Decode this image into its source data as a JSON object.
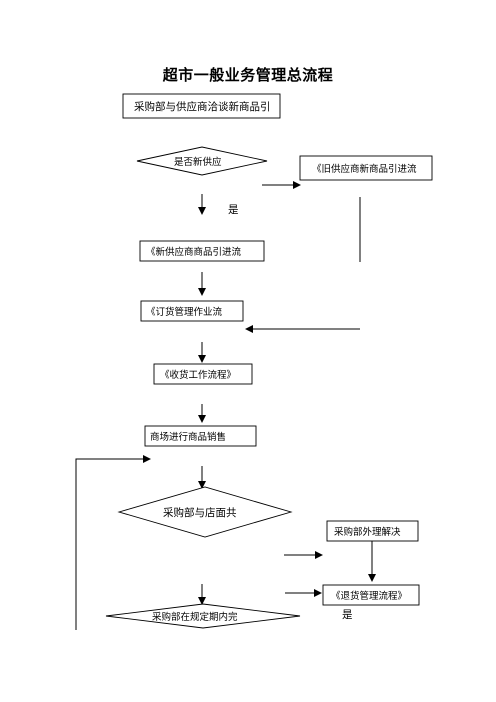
{
  "title": "超市一般业务管理总流程",
  "nodes": {
    "negotiate": "采购部与供应商洽谈新商品引",
    "decision_new_supplier": "是否新供应",
    "old_supplier_flow": "《旧供应商新商品引进流",
    "new_supplier_flow": "《新供应商商品引进流",
    "ordering_flow": "《订货管理作业流",
    "receiving_flow": "《收货工作流程》",
    "store_sales": "商场进行商品销售",
    "decision_purchasing_store": "采购部与店面共",
    "purchasing_solve": "采购部外理解决",
    "return_flow": "《退货管理流程》",
    "decision_bottom": "采购部在规定期内完"
  },
  "labels": {
    "yes_1": "是",
    "yes_2": "是"
  },
  "colors": {
    "stroke": "#000000",
    "background": "#ffffff"
  }
}
